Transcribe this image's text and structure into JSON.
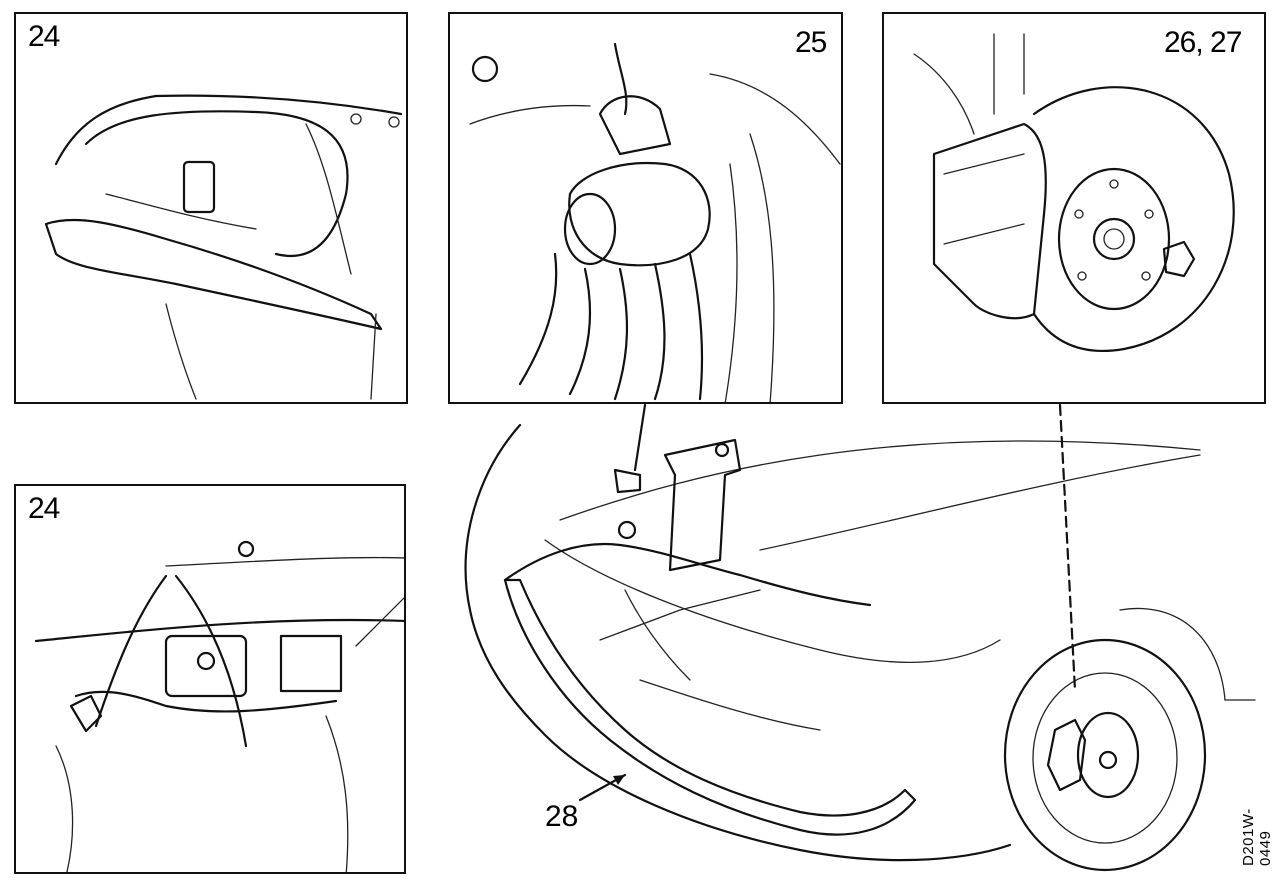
{
  "panels": [
    {
      "id": "top-left",
      "label": "24"
    },
    {
      "id": "top-middle",
      "label": "25"
    },
    {
      "id": "top-right",
      "label": "26, 27"
    },
    {
      "id": "bottom-left",
      "label": "24"
    }
  ],
  "callout": {
    "label": "28"
  },
  "figure_code": "D201W-0449"
}
